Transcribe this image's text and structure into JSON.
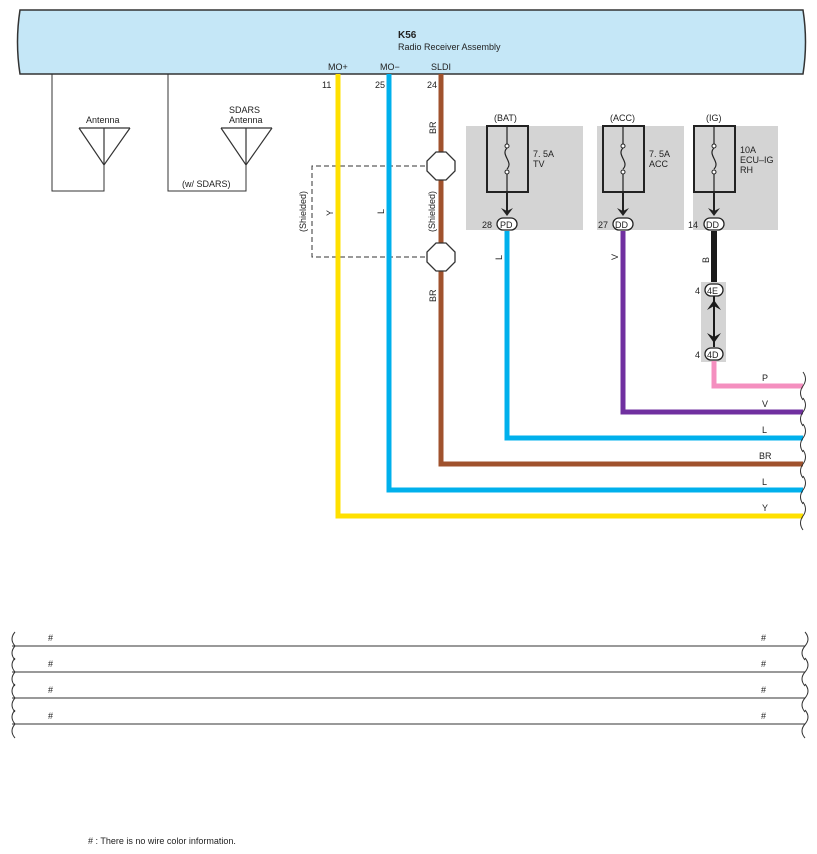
{
  "component": {
    "id": "K56",
    "name": "Radio Receiver Assembly",
    "color": "#c5e7f7"
  },
  "terminals": [
    {
      "label": "MO+",
      "pin": "11"
    },
    {
      "label": "MO−",
      "pin": "25"
    },
    {
      "label": "SLDI",
      "pin": "24"
    }
  ],
  "antennas": [
    {
      "label1": "Antenna",
      "label2": ""
    },
    {
      "label1": "SDARS",
      "label2": "Antenna",
      "note": "(w/ SDARS)"
    }
  ],
  "shielded_label": "(Shielded)",
  "fuse_blocks": [
    {
      "power": "(BAT)",
      "rating": "7. 5A",
      "name": "TV",
      "name2": "",
      "pin": "28",
      "connector": "PD",
      "wire_label": "L"
    },
    {
      "power": "(ACC)",
      "rating": "7. 5A",
      "name": "ACC",
      "name2": "",
      "pin": "27",
      "connector": "DD",
      "wire_label": "V"
    },
    {
      "power": "(IG)",
      "rating": "10A",
      "name": "ECU–IG",
      "name2": "RH",
      "pin": "14",
      "connector": "DD",
      "wire_label": "B"
    }
  ],
  "junction": [
    {
      "pin": "4",
      "connector": "4E"
    },
    {
      "pin": "4",
      "connector": "4D"
    }
  ],
  "wires": [
    {
      "id": "mo-plus",
      "label": "Y",
      "color": "#ffe000"
    },
    {
      "id": "mo-minus",
      "label": "L",
      "color": "#00b0ec"
    },
    {
      "id": "sldi",
      "label": "BR",
      "color": "#a0522d"
    },
    {
      "id": "bat",
      "label": "L",
      "color": "#00b0ec"
    },
    {
      "id": "acc",
      "label": "V",
      "color": "#7030a0"
    },
    {
      "id": "ig",
      "label": "B",
      "color": "#1a1a1a"
    },
    {
      "id": "ig-out",
      "label": "P",
      "color": "#f48fbf"
    }
  ],
  "right_labels": [
    "P",
    "V",
    "L",
    "BR",
    "L",
    "Y"
  ],
  "blank_rows": [
    {
      "left": "#",
      "right": "#"
    },
    {
      "left": "#",
      "right": "#"
    },
    {
      "left": "#",
      "right": "#"
    },
    {
      "left": "#",
      "right": "#"
    }
  ],
  "footnote": "# : There is no wire color information."
}
